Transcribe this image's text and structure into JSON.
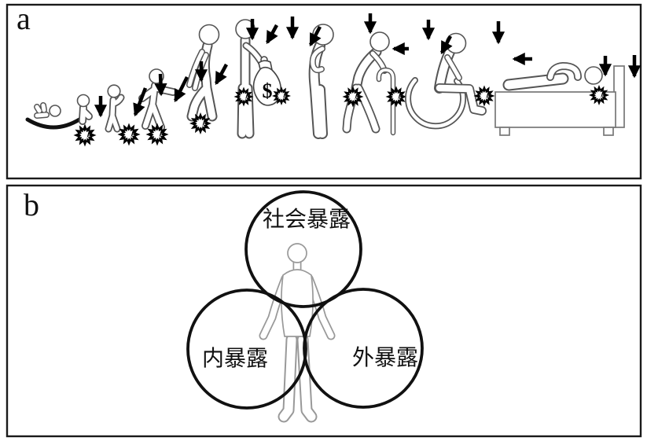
{
  "panel_a": {
    "label": "a",
    "money_bag_symbol": "$",
    "life_stages": [
      "infant-on-rocker",
      "toddler-standing",
      "child-arm-raised",
      "walking-child",
      "parent-bending",
      "adult-with-money-bag",
      "adult-hunched",
      "elderly-with-cane",
      "person-in-wheelchair",
      "person-in-bed"
    ]
  },
  "panel_b": {
    "label": "b",
    "circle_labels": {
      "top": "社会暴露",
      "bottom_left": "内暴露",
      "bottom_right": "外暴露"
    }
  },
  "colors": {
    "panel_border": "#1a1a1a",
    "arrow": "#000000",
    "starburst": "#000000",
    "figure_outline": "#555555",
    "panel_b_body_outline": "#999999",
    "circle_outline": "#111111"
  }
}
